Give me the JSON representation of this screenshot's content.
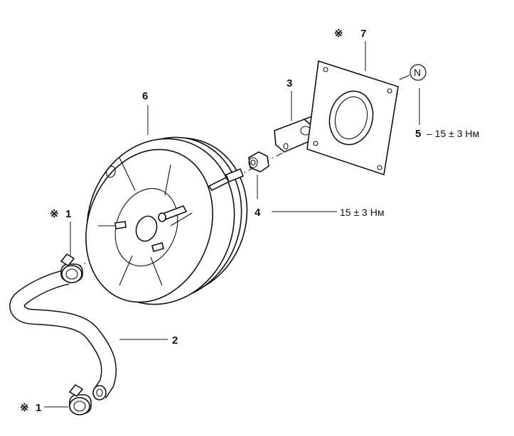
{
  "callouts": {
    "p1_top": {
      "mark": "※",
      "number": "1"
    },
    "p1_bottom": {
      "mark": "※",
      "number": "1"
    },
    "p2": {
      "number": "2"
    },
    "p3": {
      "number": "3"
    },
    "p4": {
      "number": "4",
      "torque": "15 ± 3 Нм"
    },
    "p5": {
      "number": "5",
      "torque": "– 15 ± 3 Нм"
    },
    "p6": {
      "number": "6"
    },
    "p7": {
      "mark": "※",
      "number": "7"
    },
    "new_part_symbol": "N"
  }
}
